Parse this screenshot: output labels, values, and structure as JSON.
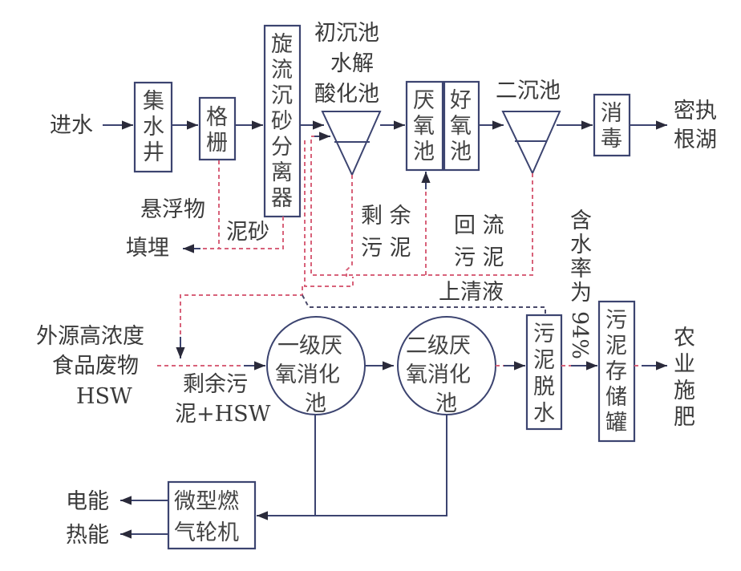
{
  "title": "污水处理与污泥厌氧消化工艺流程图",
  "nodes": {
    "inflow": "进水",
    "sump": [
      "集",
      "水",
      "井"
    ],
    "screen": [
      "格",
      "栅"
    ],
    "grit_separator": [
      "旋",
      "流",
      "沉",
      "砂",
      "分",
      "离",
      "器"
    ],
    "primary_clarifier": [
      "初沉池",
      "水解",
      "酸化池"
    ],
    "anaerobic_tank": [
      "厌",
      "氧",
      "池"
    ],
    "aerobic_tank": [
      "好",
      "氧",
      "池"
    ],
    "secondary_clarifier": "二沉池",
    "disinfection": [
      "消",
      "毒"
    ],
    "outflow": [
      "密执",
      "根湖"
    ],
    "suspended_solids": "悬浮物",
    "grit": "泥砂",
    "landfill": "填埋",
    "excess_sludge": [
      "剩 余",
      "污 泥"
    ],
    "return_sludge": [
      "回 流",
      "污 泥"
    ],
    "supernatant": "上清液",
    "external_waste": [
      "外源高浓度",
      "食品废物",
      "HSW"
    ],
    "mixed_feed": [
      "剩余污",
      "泥+HSW"
    ],
    "digester_1": [
      "一级厌",
      "氧消化",
      "池"
    ],
    "digester_2": [
      "二级厌",
      "氧消化",
      "池"
    ],
    "dewatering": [
      "污",
      "泥",
      "脱",
      "水"
    ],
    "moisture_note": [
      "含",
      "水",
      "率",
      "为",
      "94%"
    ],
    "sludge_storage": [
      "污",
      "泥",
      "存",
      "储",
      "罐"
    ],
    "agriculture": [
      "农",
      "业",
      "施",
      "肥"
    ],
    "microturbine": [
      "微型燃",
      "气轮机"
    ],
    "electricity": "电能",
    "heat": "热能"
  },
  "colors": {
    "box_stroke": "#3c4470",
    "sludge_line": "#d8627a",
    "text": "#3a3a3a"
  }
}
